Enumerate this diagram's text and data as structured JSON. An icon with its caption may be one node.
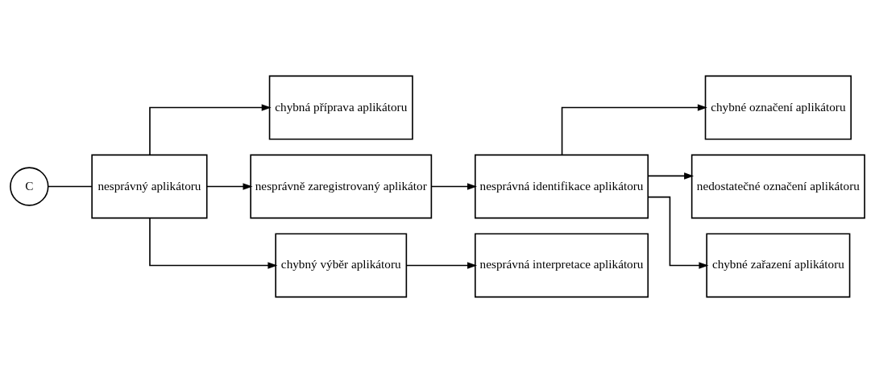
{
  "diagram": {
    "nodes": [
      {
        "text": [
          "C"
        ]
      },
      {
        "text": [
          "nesprávný aplikátoru"
        ]
      },
      {
        "text": [
          "chybná příprava aplikátoru"
        ]
      },
      {
        "text": [
          "nesprávně zaregistrovaný aplikátor"
        ]
      },
      {
        "text": [
          "chybný výběr aplikátoru"
        ]
      },
      {
        "text": [
          "nesprávná identifikace aplikátoru"
        ]
      },
      {
        "text": [
          "nesprávná interpretace aplikátoru"
        ]
      },
      {
        "text": [
          "chybné označení aplikátoru"
        ]
      },
      {
        "text": [
          "nedostatečné označení aplikátoru"
        ]
      },
      {
        "text": [
          "chybné zařazení aplikátoru"
        ]
      }
    ],
    "edges": [
      {
        "from": 0,
        "to": 1,
        "arrow": "none"
      },
      {
        "from": 1,
        "to": 2,
        "arrow": "to"
      },
      {
        "from": 1,
        "to": 3,
        "arrow": "to"
      },
      {
        "from": 1,
        "to": 4,
        "arrow": "to"
      },
      {
        "from": 3,
        "to": 5,
        "arrow": "to"
      },
      {
        "from": 4,
        "to": 6,
        "arrow": "to"
      },
      {
        "from": 5,
        "to": 7,
        "arrow": "to"
      },
      {
        "from": 5,
        "to": 8,
        "arrow": "to"
      },
      {
        "from": 5,
        "to": 9,
        "arrow": "to"
      }
    ]
  }
}
